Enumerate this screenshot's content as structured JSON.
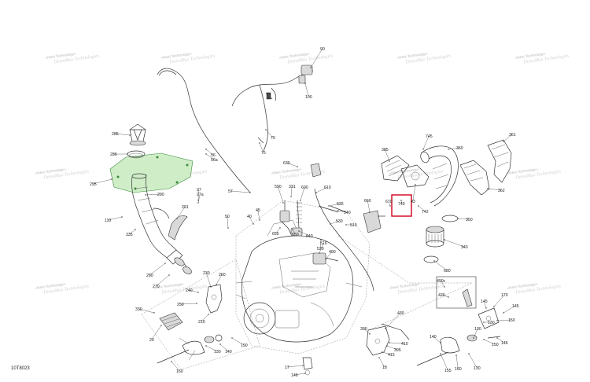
{
  "diagram": {
    "code": "10T8023",
    "watermark_lines": [
      "«Next Technology»",
      "DemoMax Technologies"
    ],
    "highlight_color": "#d0001a",
    "highlighted_part": "740",
    "callouts": [
      "90",
      "100",
      "285",
      "286",
      "295",
      "290",
      "110",
      "335",
      "280",
      "270",
      "240",
      "230",
      "260",
      "250",
      "210",
      "330",
      "20",
      "160",
      "130",
      "140",
      "190",
      "56",
      "56a",
      "75",
      "70",
      "57",
      "27",
      "27a",
      "291",
      "50",
      "40",
      "45",
      "655",
      "650",
      "640",
      "630",
      "590",
      "331",
      "600",
      "610",
      "535",
      "540",
      "520",
      "530",
      "510",
      "660",
      "670",
      "740",
      "43",
      "742",
      "745",
      "385",
      "360",
      "361",
      "362",
      "350",
      "340",
      "680",
      "516",
      "490",
      "490c",
      "420",
      "430",
      "410",
      "390",
      "395",
      "415",
      "18",
      "17",
      "146",
      "170",
      "145",
      "150",
      "155"
    ]
  }
}
